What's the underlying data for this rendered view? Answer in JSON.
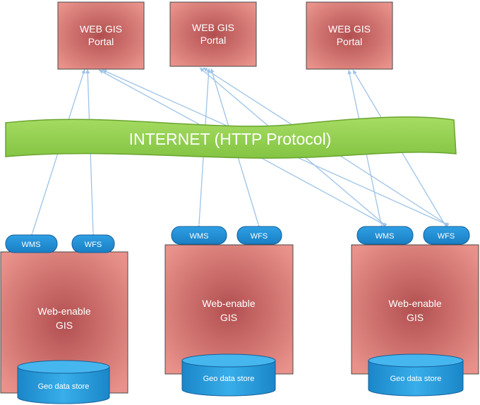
{
  "portals": [
    {
      "line1": "WEB GIS",
      "line2": "Portal"
    },
    {
      "line1": "WEB GIS",
      "line2": "Portal"
    },
    {
      "line1": "WEB GIS",
      "line2": "Portal"
    }
  ],
  "internet": {
    "label": "INTERNET (HTTP Protocol)"
  },
  "servers": [
    {
      "line1": "Web-enable",
      "line2": "GIS",
      "wms": "WMS",
      "wfs": "WFS",
      "store": "Geo data store"
    },
    {
      "line1": "Web-enable",
      "line2": "GIS",
      "wms": "WMS",
      "wfs": "WFS",
      "store": "Geo data store"
    },
    {
      "line1": "Web-enable",
      "line2": "GIS",
      "wms": "WMS",
      "wfs": "WFS",
      "store": "Geo data store"
    }
  ],
  "colors": {
    "box_center": "#b85c5c",
    "box_edge": "#e8908a",
    "box_border": "#4a4a4a",
    "internet_fill": "#92d050",
    "internet_border": "#6aa42e",
    "pill_fill": "#1f8fd6",
    "pill_border": "#155f99",
    "store_fill": "#2a9ad8",
    "arrow": "#9dc3e6"
  }
}
